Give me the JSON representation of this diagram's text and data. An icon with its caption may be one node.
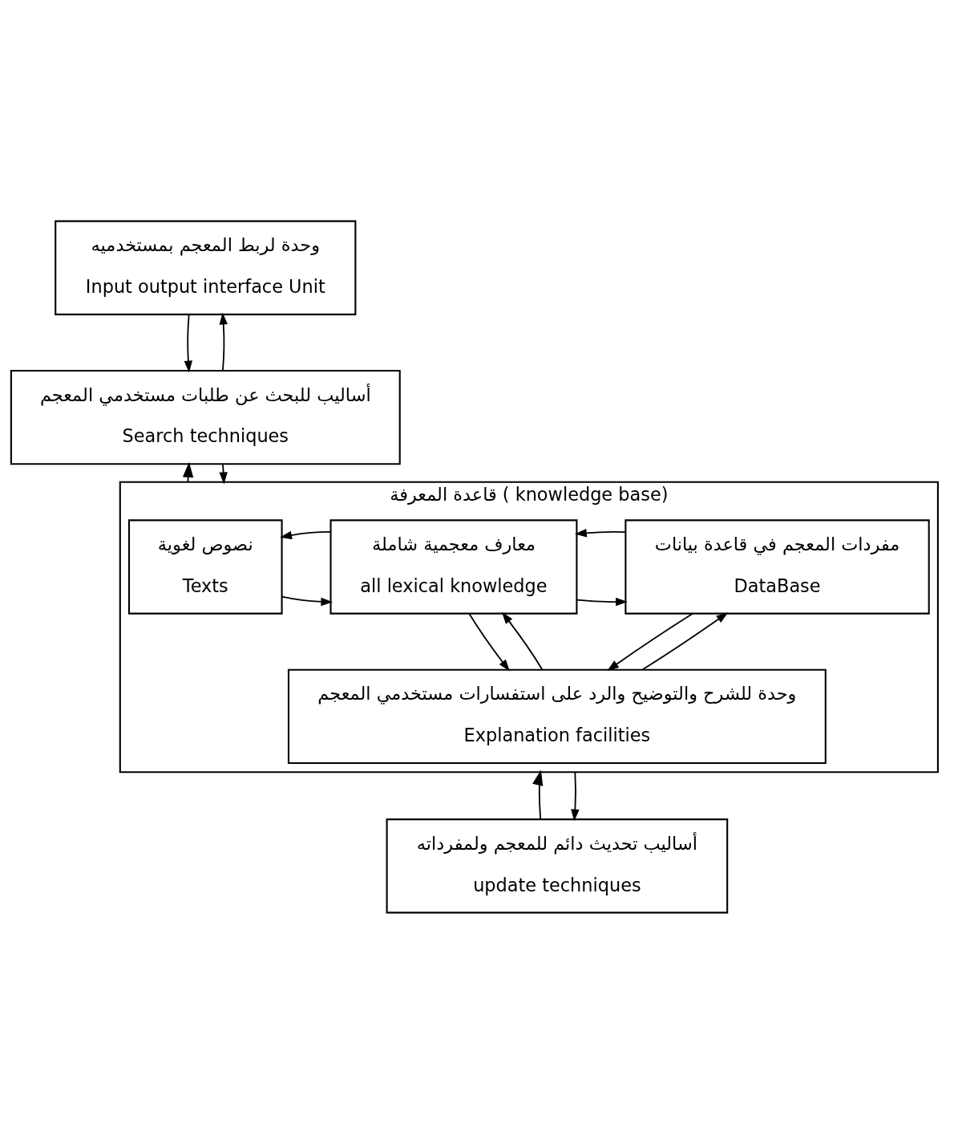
{
  "diagram": {
    "nodes": [
      {
        "text": [
          "وحدة لربط المعجم بمستخدميه",
          "Input output interface Unit"
        ]
      },
      {
        "text": [
          "أساليب للبحث عن طلبات مستخدمي المعجم",
          "Search techniques"
        ]
      },
      {
        "text": [
          "قاعدة المعرفة ( knowledge base)"
        ]
      },
      {
        "text": [
          "مفردات المعجم في قاعدة بيانات",
          "DataBase"
        ],
        "in": 2
      },
      {
        "text": [
          "معارف معجمية شاملة",
          "all lexical knowledge"
        ],
        "in": 2
      },
      {
        "text": [
          "نصوص لغوية",
          "Texts"
        ],
        "in": 2
      },
      {
        "text": [
          "وحدة للشرح والتوضيح والرد على استفسارات مستخدمي المعجم",
          "Explanation facilities"
        ],
        "in": 2
      },
      {
        "text": [
          "أساليب تحديث دائم للمعجم ولمفرداته",
          "update techniques"
        ]
      }
    ],
    "edges": [
      {
        "from": 1,
        "to": 0,
        "arrow": "to"
      },
      {
        "from": 0,
        "to": 1,
        "arrow": "to"
      },
      {
        "from": 2,
        "to": 1,
        "arrow": "to"
      },
      {
        "from": 1,
        "to": 2,
        "arrow": "to"
      },
      {
        "from": 4,
        "to": 3,
        "arrow": "to"
      },
      {
        "from": 3,
        "to": 4,
        "arrow": "to"
      },
      {
        "from": 5,
        "to": 4,
        "arrow": "to"
      },
      {
        "from": 4,
        "to": 5,
        "arrow": "to"
      },
      {
        "from": 6,
        "to": 3,
        "arrow": "to"
      },
      {
        "from": 3,
        "to": 6,
        "arrow": "to"
      },
      {
        "from": 6,
        "to": 4,
        "arrow": "to"
      },
      {
        "from": 4,
        "to": 6,
        "arrow": "to"
      },
      {
        "from": 7,
        "to": 2,
        "arrow": "to"
      },
      {
        "from": 2,
        "to": 7,
        "arrow": "to"
      }
    ]
  }
}
